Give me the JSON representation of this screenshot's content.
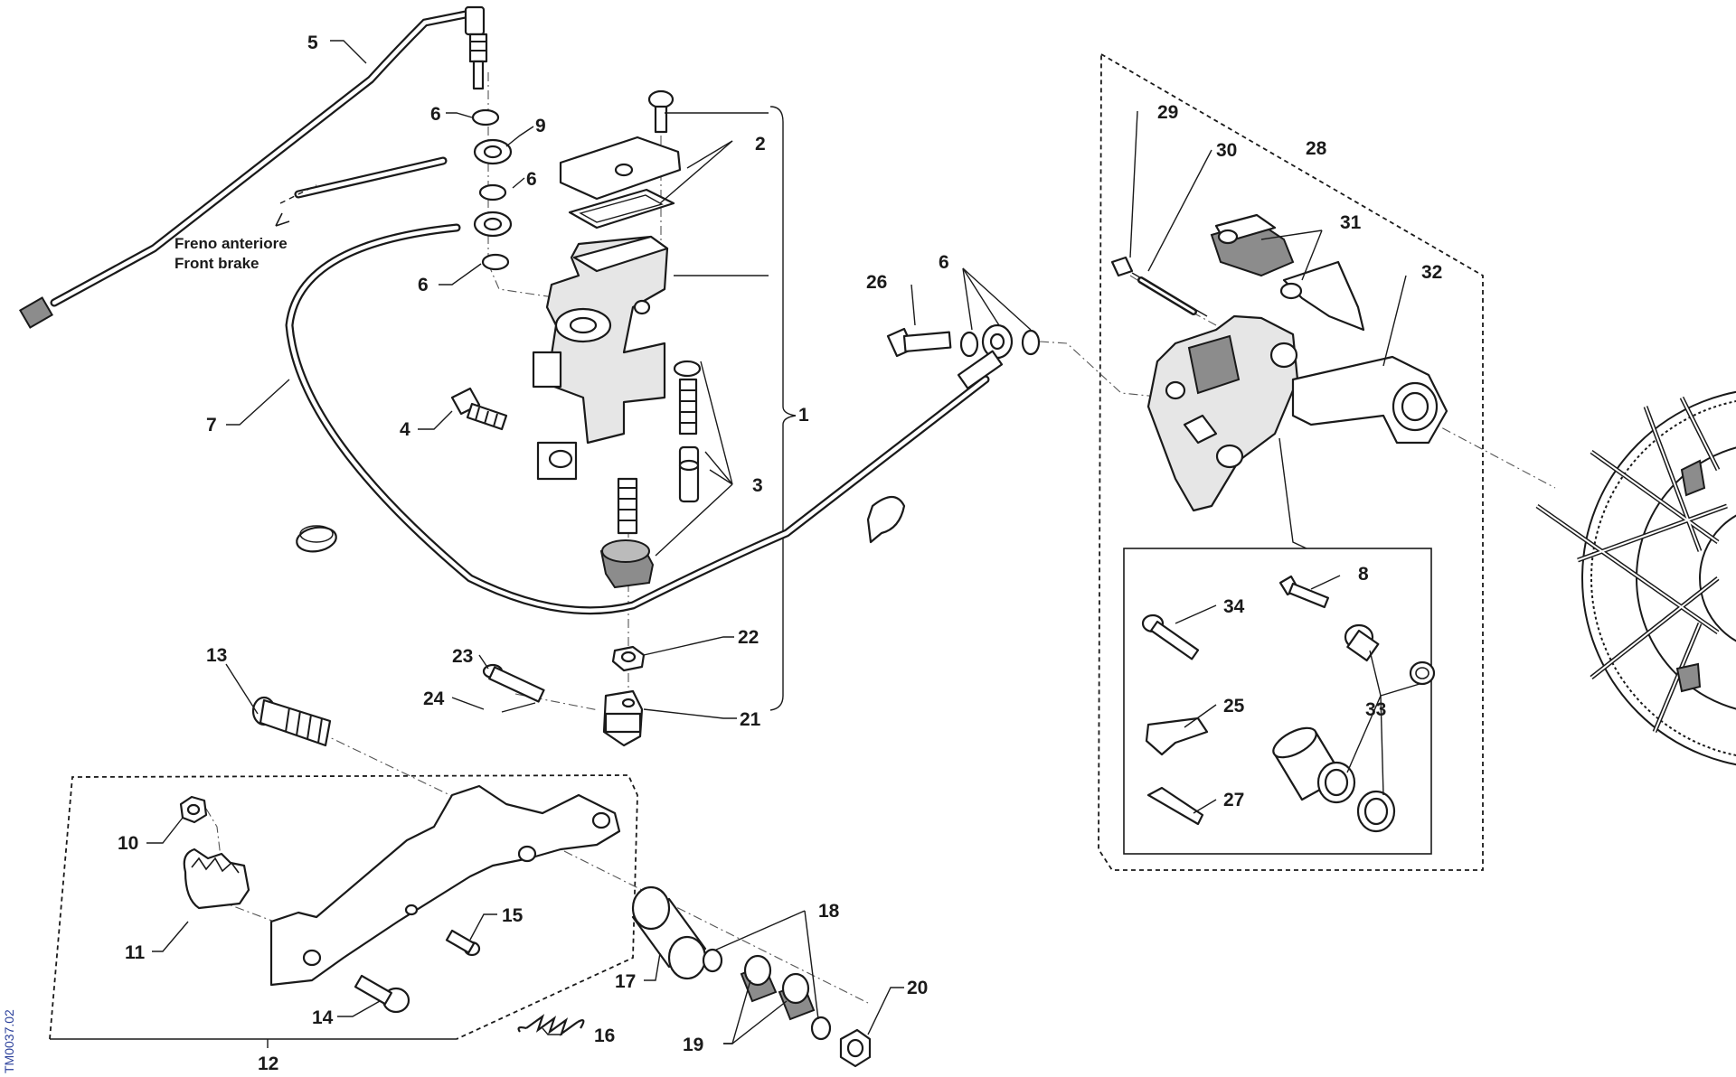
{
  "diagram": {
    "drawing_code": "TM0037.02",
    "note_front_brake": {
      "it": "Freno anteriore",
      "en": "Front brake"
    },
    "callouts": {
      "c1": "1",
      "c2": "2",
      "c3": "3",
      "c4": "4",
      "c5": "5",
      "c6a": "6",
      "c6b": "6",
      "c6c": "6",
      "c6d": "6",
      "c7": "7",
      "c8": "8",
      "c9": "9",
      "c10": "10",
      "c11": "11",
      "c12": "12",
      "c13": "13",
      "c14": "14",
      "c15": "15",
      "c16": "16",
      "c17": "17",
      "c18": "18",
      "c19": "19",
      "c20": "20",
      "c21": "21",
      "c22": "22",
      "c23": "23",
      "c24": "24",
      "c25": "25",
      "c26": "26",
      "c27": "27",
      "c28": "28",
      "c29": "29",
      "c30": "30",
      "c31": "31",
      "c32": "32",
      "c33": "33",
      "c34": "34"
    }
  }
}
